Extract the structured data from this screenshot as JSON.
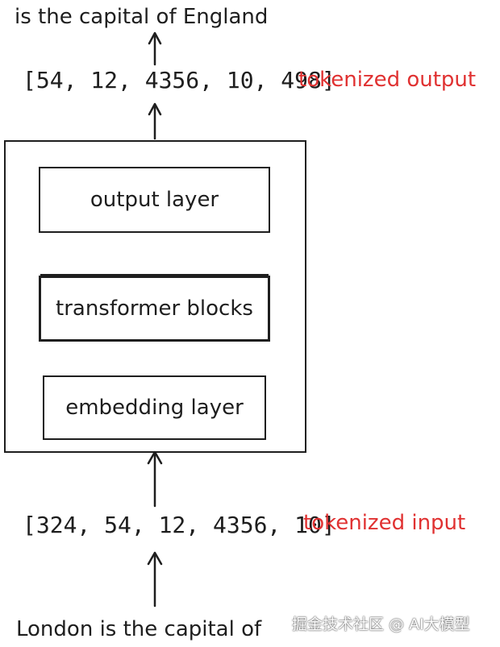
{
  "output_sentence": "is the capital of England",
  "tokenized_output": {
    "tokens": "[54, 12, 4356, 10, 498]",
    "label": "tokenized output"
  },
  "model": {
    "layers": {
      "output_layer": "output layer",
      "transformer_blocks": "transformer blocks",
      "embedding_layer": "embedding layer"
    }
  },
  "tokenized_input": {
    "tokens": "[324, 54, 12, 4356, 10]",
    "label": "tokenized input"
  },
  "input_sentence": "London is the capital of",
  "watermark": "掘金技术社区 @ AI大模型",
  "colors": {
    "ink": "#1e1e1e",
    "accent": "#e03131"
  }
}
